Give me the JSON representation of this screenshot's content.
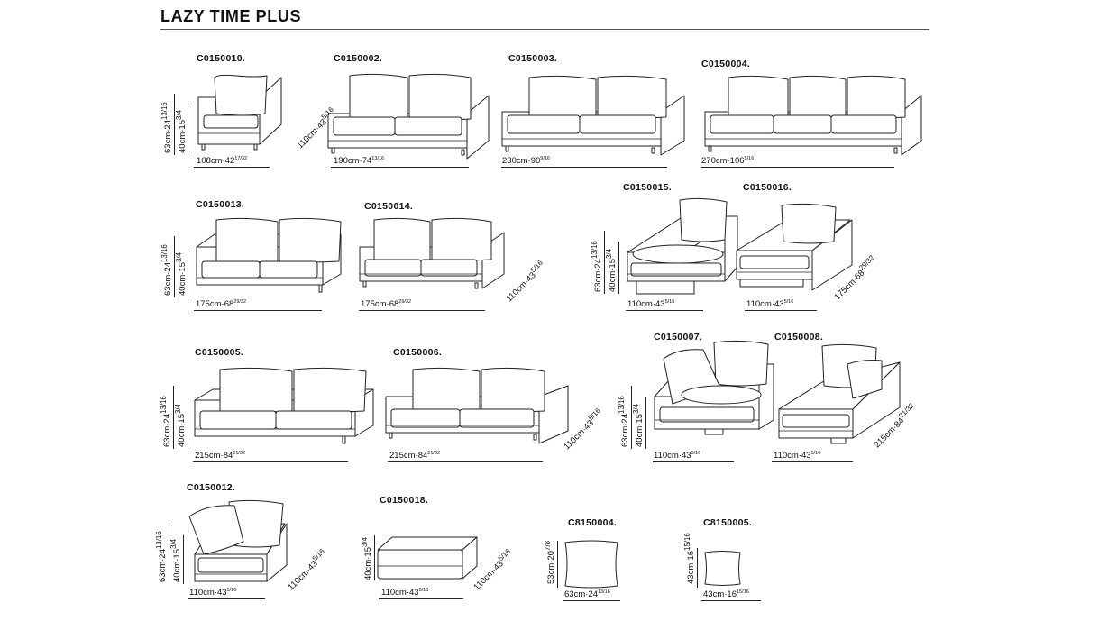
{
  "title": "LAZY TIME PLUS",
  "products": [
    {
      "code": "C0150010.",
      "width": "108cm",
      "width_in": "42",
      "width_frac": "17/32",
      "height": "63cm",
      "height_in": "24",
      "height_frac": "13/16",
      "seat": "40cm",
      "seat_in": "15",
      "seat_frac": "3/4",
      "depth": "110cm",
      "depth_in": "43",
      "depth_frac": "5/16"
    },
    {
      "code": "C0150002.",
      "width": "190cm",
      "width_in": "74",
      "width_frac": "13/16"
    },
    {
      "code": "C0150003.",
      "width": "230cm",
      "width_in": "90",
      "width_frac": "9/16"
    },
    {
      "code": "C0150004.",
      "width": "270cm",
      "width_in": "106",
      "width_frac": "5/16"
    },
    {
      "code": "C0150013.",
      "width": "175cm",
      "width_in": "68",
      "width_frac": "29/32",
      "height": "63cm",
      "height_in": "24",
      "height_frac": "13/16",
      "seat": "40cm",
      "seat_in": "15",
      "seat_frac": "3/4"
    },
    {
      "code": "C0150014.",
      "width": "175cm",
      "width_in": "68",
      "width_frac": "29/32",
      "depth": "110cm",
      "depth_in": "43",
      "depth_frac": "5/16"
    },
    {
      "code": "C0150015.",
      "width": "110cm",
      "width_in": "43",
      "width_frac": "5/16",
      "height": "63cm",
      "height_in": "24",
      "height_frac": "13/16",
      "seat": "40cm",
      "seat_in": "15",
      "seat_frac": "3/4"
    },
    {
      "code": "C0150016.",
      "width": "110cm",
      "width_in": "43",
      "width_frac": "5/16",
      "depth": "175cm",
      "depth_in": "68",
      "depth_frac": "29/32"
    },
    {
      "code": "C0150005.",
      "width": "215cm",
      "width_in": "84",
      "width_frac": "21/32",
      "height": "63cm",
      "height_in": "24",
      "height_frac": "13/16",
      "seat": "40cm",
      "seat_in": "15",
      "seat_frac": "3/4"
    },
    {
      "code": "C0150006.",
      "width": "215cm",
      "width_in": "84",
      "width_frac": "21/32",
      "depth": "110cm",
      "depth_in": "43",
      "depth_frac": "5/16"
    },
    {
      "code": "C0150007.",
      "width": "110cm",
      "width_in": "43",
      "width_frac": "5/16",
      "height": "63cm",
      "height_in": "24",
      "height_frac": "13/16",
      "seat": "40cm",
      "seat_in": "15",
      "seat_frac": "3/4"
    },
    {
      "code": "C0150008.",
      "width": "110cm",
      "width_in": "43",
      "width_frac": "5/16",
      "depth": "215cm",
      "depth_in": "84",
      "depth_frac": "21/32"
    },
    {
      "code": "C0150012.",
      "width": "110cm",
      "width_in": "43",
      "width_frac": "5/16",
      "height": "63cm",
      "height_in": "24",
      "height_frac": "13/16",
      "seat": "40cm",
      "seat_in": "15",
      "seat_frac": "3/4",
      "depth": "110cm",
      "depth_in": "43",
      "depth_frac": "5/16"
    },
    {
      "code": "C0150018.",
      "width": "110cm",
      "width_in": "43",
      "width_frac": "5/16",
      "seat": "40cm",
      "seat_in": "15",
      "seat_frac": "3/4",
      "depth": "110cm",
      "depth_in": "43",
      "depth_frac": "5/16"
    },
    {
      "code": "C8150004.",
      "width": "63cm",
      "width_in": "24",
      "width_frac": "13/16",
      "height": "53cm",
      "height_in": "20",
      "height_frac": "7/8"
    },
    {
      "code": "C8150005.",
      "width": "43cm",
      "width_in": "16",
      "width_frac": "15/16",
      "height": "43cm",
      "height_in": "16",
      "height_frac": "15/16"
    }
  ]
}
